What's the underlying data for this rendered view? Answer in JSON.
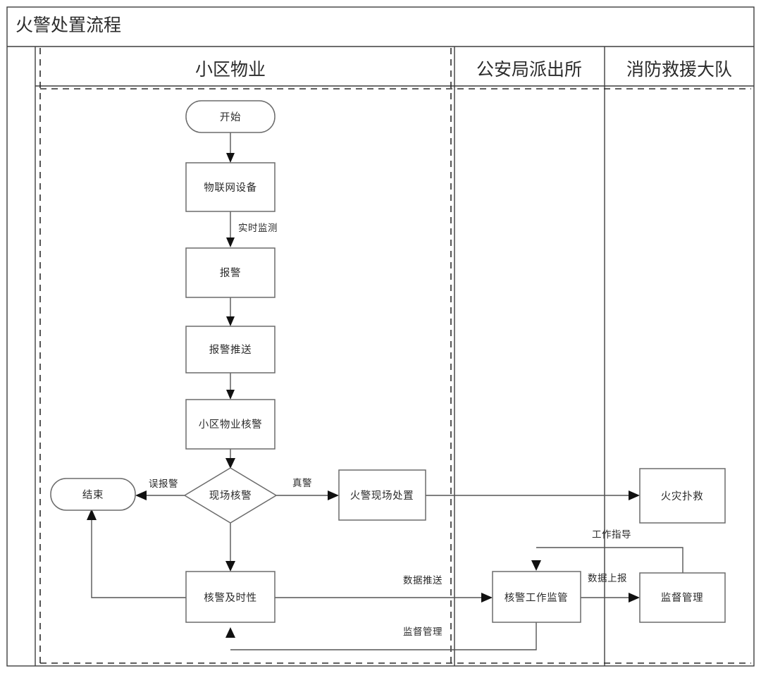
{
  "title": "火警处置流程",
  "lanes": [
    {
      "id": "blank",
      "label": ""
    },
    {
      "id": "property",
      "label": "小区物业"
    },
    {
      "id": "police",
      "label": "公安局派出所"
    },
    {
      "id": "fire",
      "label": "消防救援大队"
    }
  ],
  "nodes": [
    {
      "id": "start",
      "label": "开始",
      "shape": "rounded",
      "lane": "property"
    },
    {
      "id": "iot",
      "label": "物联网设备",
      "shape": "rectangle",
      "lane": "property"
    },
    {
      "id": "alarm",
      "label": "报警",
      "shape": "rectangle",
      "lane": "property"
    },
    {
      "id": "alarm_push",
      "label": "报警推送",
      "shape": "rectangle",
      "lane": "property"
    },
    {
      "id": "verify_prop",
      "label": "小区物业核警",
      "shape": "rectangle",
      "lane": "property"
    },
    {
      "id": "onsite_verify",
      "label": "现场核警",
      "shape": "diamond",
      "lane": "property"
    },
    {
      "id": "end",
      "label": "结束",
      "shape": "rounded",
      "lane": "property"
    },
    {
      "id": "scene_handle",
      "label": "火警现场处置",
      "shape": "rectangle",
      "lane": "property"
    },
    {
      "id": "timeliness",
      "label": "核警及时性",
      "shape": "rectangle",
      "lane": "property"
    },
    {
      "id": "work_superv",
      "label": "核警工作监管",
      "shape": "rectangle",
      "lane": "police"
    },
    {
      "id": "fire_fight",
      "label": "火灾扑救",
      "shape": "rectangle",
      "lane": "fire"
    },
    {
      "id": "supervision",
      "label": "监督管理",
      "shape": "rectangle",
      "lane": "fire"
    }
  ],
  "edges": [
    {
      "id": "e_start_iot",
      "from": "start",
      "to": "iot",
      "label": ""
    },
    {
      "id": "e_iot_alarm",
      "from": "iot",
      "to": "alarm",
      "label": "实时监测"
    },
    {
      "id": "e_alarm_push",
      "from": "alarm",
      "to": "alarm_push",
      "label": ""
    },
    {
      "id": "e_push_verify",
      "from": "alarm_push",
      "to": "verify_prop",
      "label": ""
    },
    {
      "id": "e_verify_onsite",
      "from": "verify_prop",
      "to": "onsite_verify",
      "label": ""
    },
    {
      "id": "e_onsite_end",
      "from": "onsite_verify",
      "to": "end",
      "label": "误报警"
    },
    {
      "id": "e_onsite_scene",
      "from": "onsite_verify",
      "to": "scene_handle",
      "label": "真警"
    },
    {
      "id": "e_scene_fight",
      "from": "scene_handle",
      "to": "fire_fight",
      "label": ""
    },
    {
      "id": "e_onsite_timeli",
      "from": "onsite_verify",
      "to": "timeliness",
      "label": ""
    },
    {
      "id": "e_timeli_end",
      "from": "timeliness",
      "to": "end",
      "label": ""
    },
    {
      "id": "e_timeli_superv",
      "from": "timeliness",
      "to": "work_superv",
      "label": "数据推送"
    },
    {
      "id": "e_superv_timeli",
      "from": "work_superv",
      "to": "timeliness",
      "label": "监督管理"
    },
    {
      "id": "e_superv_manage",
      "from": "work_superv",
      "to": "supervision",
      "label": "数据上报"
    },
    {
      "id": "e_manage_superv",
      "from": "supervision",
      "to": "work_superv",
      "label": "工作指导"
    }
  ],
  "edge_labels": {
    "realtime_monitor": "实时监测",
    "false_alarm": "误报警",
    "true_alarm": "真警",
    "data_push": "数据推送",
    "supervise_manage": "监督管理",
    "data_report": "数据上报",
    "work_guidance": "工作指导"
  },
  "colors": {
    "frame_stroke": "#3f3f3f",
    "node_stroke": "#6b6b6b",
    "line_stroke": "#555555",
    "text": "#2b2b2b",
    "background": "#ffffff"
  }
}
